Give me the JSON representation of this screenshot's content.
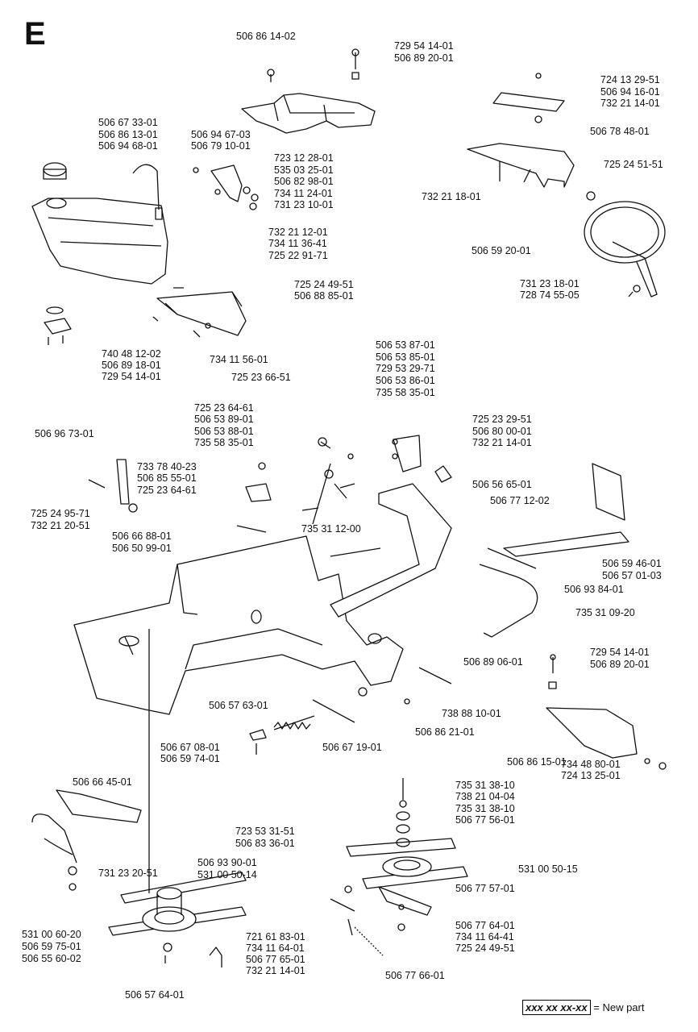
{
  "section": "E",
  "legend": {
    "code": "xxx xx xx-xx",
    "text": "= New part"
  },
  "labels": {
    "l1": "506 86 14-02",
    "l2": "729 54 14-01",
    "l3": "506 89 20-01",
    "l4": "724 13 29-51",
    "l5": "506 94 16-01",
    "l6": "732 21 14-01",
    "l7": "506 78 48-01",
    "l8": "725 24 51-51",
    "l9": "732 21 18-01",
    "l10": "506 59 20-01",
    "l11": "731 23 18-01",
    "l12": "728 74 55-05",
    "l13": "506 67 33-01",
    "l14": "506 86 13-01",
    "l15": "506 94 68-01",
    "l16": "506 94 67-03",
    "l17": "506 79 10-01",
    "l18": "723 12 28-01",
    "l19": "535 03 25-01",
    "l20": "506 82 98-01",
    "l21": "734 11 24-01",
    "l22": "731 23 10-01",
    "l23": "732 21 12-01",
    "l24": "734 11 36-41",
    "l25": "725 22 91-71",
    "l26": "725 24 49-51",
    "l27": "506 88 85-01",
    "l28": "740 48 12-02",
    "l29": "506 89 18-01",
    "l30": "729 54 14-01",
    "l31": "734 11 56-01",
    "l32": "725 23 66-51",
    "l33": "506 53 87-01",
    "l34": "506 53 85-01",
    "l35": "729 53 29-71",
    "l36": "506 53 86-01",
    "l37": "735 58 35-01",
    "l38": "725 23 64-61",
    "l39": "506 53 89-01",
    "l40": "506 53 88-01",
    "l41": "735 58 35-01",
    "l42": "725 23 29-51",
    "l43": "506 80 00-01",
    "l44": "732 21 14-01",
    "l45": "506 56 65-01",
    "l46": "506 96 73-01",
    "l47": "733 78 40-23",
    "l48": "506 85 55-01",
    "l49": "725 23 64-61",
    "l50": "725 24 95-71",
    "l51": "732 21 20-51",
    "l52": "506 77 12-02",
    "l53": "735 31 12-00",
    "l54": "506 66 88-01",
    "l55": "506 50 99-01",
    "l56": "506 59 46-01",
    "l57": "506 57 01-03",
    "l58": "506 93 84-01",
    "l59": "735 31 09-20",
    "l60": "506 89 06-01",
    "l61": "729 54 14-01",
    "l62": "506 89 20-01",
    "l63": "738 88 10-01",
    "l64": "506 57 63-01",
    "l65": "506 86 21-01",
    "l66": "506 67 08-01",
    "l67": "506 59 74-01",
    "l68": "506 67 19-01",
    "l69": "506 86 15-01",
    "l70": "734 48 80-01",
    "l71": "724 13 25-01",
    "l72": "506 66 45-01",
    "l73": "735 31 38-10",
    "l74": "738 21 04-04",
    "l75": "735 31 38-10",
    "l76": "506 77 56-01",
    "l77": "723 53 31-51",
    "l78": "506 83 36-01",
    "l79": "531 00 50-15",
    "l80": "731 23 20-51",
    "l81": "506 93 90-01",
    "l82": "531 00 50-14",
    "l83": "506 77 57-01",
    "l84": "531 00 60-20",
    "l85": "506 59 75-01",
    "l86": "506 55 60-02",
    "l87": "721 61 83-01",
    "l88": "734 11 64-01",
    "l89": "506 77 65-01",
    "l90": "732 21 14-01",
    "l91": "506 77 64-01",
    "l92": "734 11 64-41",
    "l93": "725 24 49-51",
    "l94": "506 57 64-01",
    "l95": "506 77 66-01"
  }
}
